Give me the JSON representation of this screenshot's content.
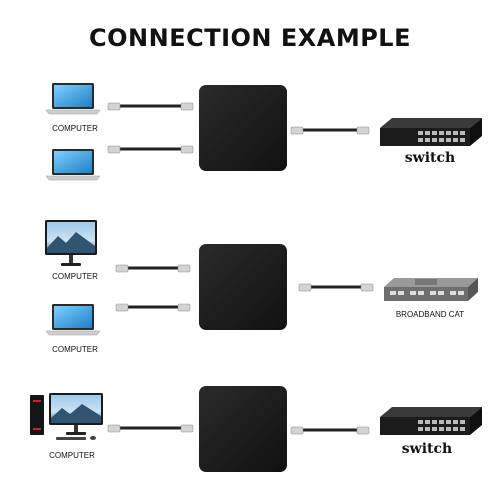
{
  "title": "CONNECTION EXAMPLE",
  "rows": [
    {
      "devices": [
        {
          "label": "COMPUTER",
          "kind": "laptop"
        },
        {
          "label": "",
          "kind": "laptop"
        }
      ],
      "target": {
        "label": "switch",
        "kind": "switch"
      }
    },
    {
      "devices": [
        {
          "label": "COMPUTER",
          "kind": "monitor"
        },
        {
          "label": "COMPUTER",
          "kind": "laptop"
        }
      ],
      "target": {
        "label": "BROADBAND CAT",
        "kind": "broadband-cat"
      }
    },
    {
      "devices": [
        {
          "label": "COMPUTER",
          "kind": "desktop-pc"
        }
      ],
      "target": {
        "label": "switch",
        "kind": "switch"
      }
    }
  ],
  "colors": {
    "hub": "#1b1b1b",
    "cable": "#222222",
    "plug": "#d4d4d4",
    "screen": "#3aa3e0"
  }
}
